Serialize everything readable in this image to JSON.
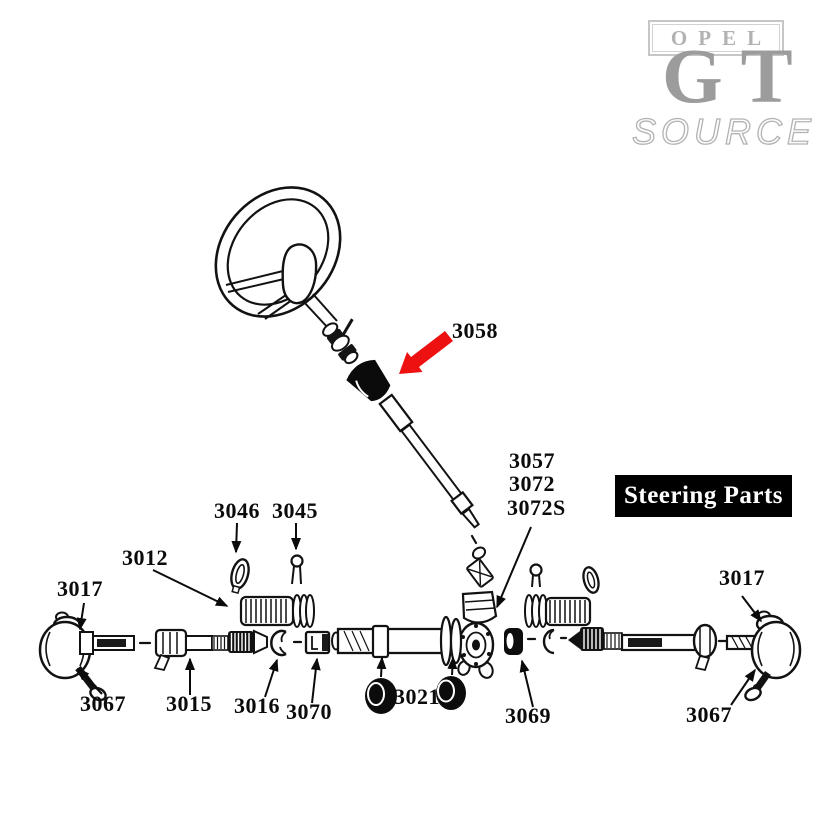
{
  "brand": {
    "opel": "OPEL",
    "gt": "GT",
    "source": "SOURCE",
    "gray": "#9c9c9c"
  },
  "banner": {
    "label": "Steering Parts",
    "bg": "#000000",
    "fg": "#ffffff"
  },
  "highlight_arrow": {
    "color": "#ee1111",
    "points_to": "3058"
  },
  "part_labels": [
    {
      "id": "3058",
      "text": "3058"
    },
    {
      "id": "3057",
      "text": "3057"
    },
    {
      "id": "3072",
      "text": "3072"
    },
    {
      "id": "3072S",
      "text": "3072S"
    },
    {
      "id": "3046",
      "text": "3046"
    },
    {
      "id": "3045",
      "text": "3045"
    },
    {
      "id": "3012",
      "text": "3012"
    },
    {
      "id": "3017-left",
      "text": "3017"
    },
    {
      "id": "3067-left",
      "text": "3067"
    },
    {
      "id": "3015",
      "text": "3015"
    },
    {
      "id": "3016",
      "text": "3016"
    },
    {
      "id": "3070",
      "text": "3070"
    },
    {
      "id": "3021",
      "text": "3021"
    },
    {
      "id": "3069",
      "text": "3069"
    },
    {
      "id": "3067-right",
      "text": "3067"
    },
    {
      "id": "3017-right",
      "text": "3017"
    }
  ]
}
